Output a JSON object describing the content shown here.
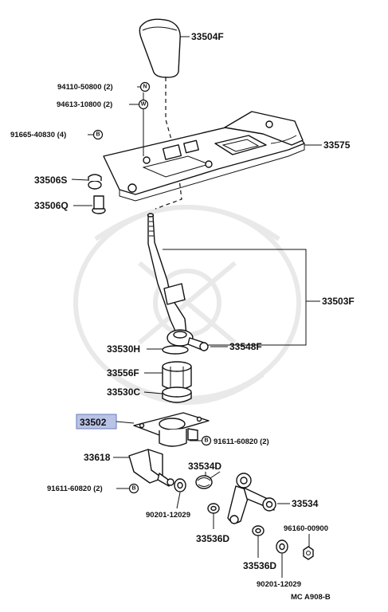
{
  "diagram": {
    "footer_code": "MC  A908-B",
    "highlighted_part": "33502",
    "parts": {
      "knob": "33504F",
      "bolt_nut": "94110-50800 (2)",
      "bolt_washer": "94613-10800 (2)",
      "screw_bolt": "91665-40830 (4)",
      "housing": "33575",
      "cushion_s": "33506S",
      "cushion_q": "33506Q",
      "lever_assembly": "33503F",
      "pin_h": "33530H",
      "bolt_f": "33548F",
      "bushing_f": "33556F",
      "ring_c": "33530C",
      "retainer": "33502",
      "retainer_bolt": "91611-60820 (2)",
      "bracket": "33618",
      "spring_d": "33534D",
      "bracket_bolt": "91611-60820 (2)",
      "washer_left": "90201-12029",
      "lever_sub": "33534",
      "bushing_d_left": "33536D",
      "bushing_d_right": "33536D",
      "nut_right": "96160-00900",
      "washer_right": "90201-12029"
    },
    "marks": {
      "n": "N",
      "w": "W",
      "b": "B"
    },
    "colors": {
      "ink": "#111111",
      "highlight": "#b8c3e6",
      "watermark": "#e9e9e9"
    }
  }
}
